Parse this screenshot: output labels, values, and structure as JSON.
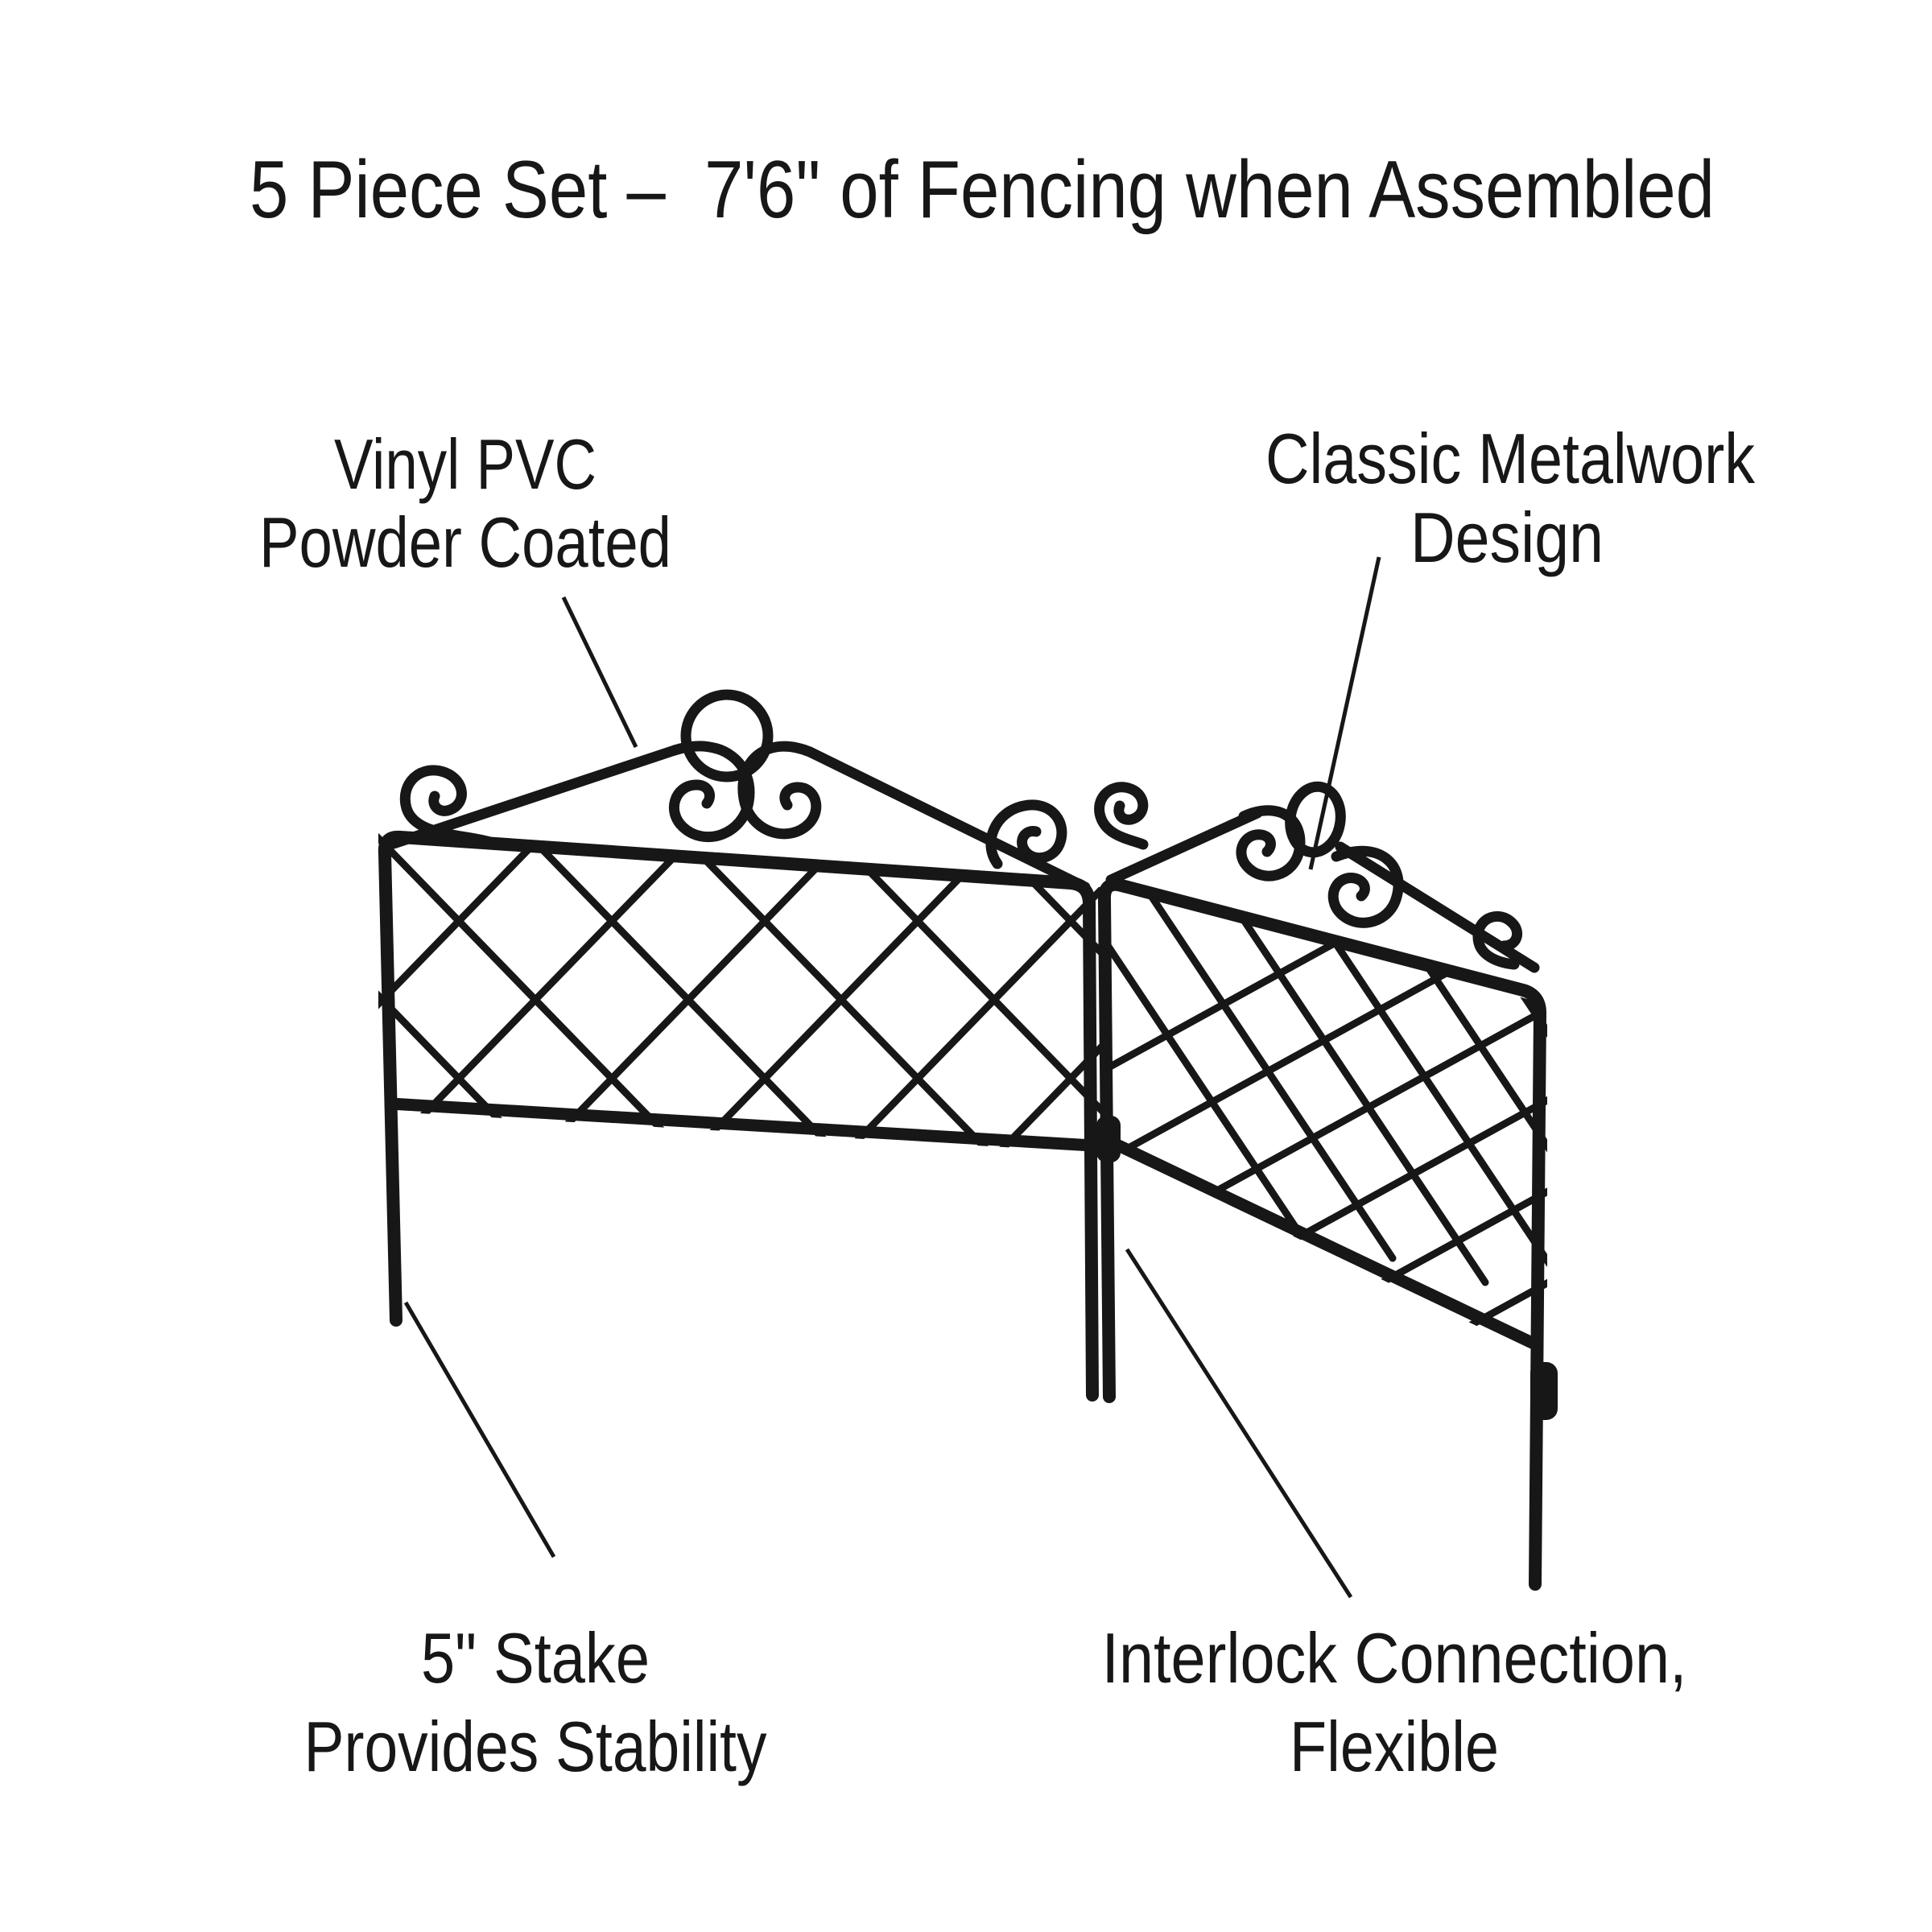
{
  "title": "5 Piece Set –  7'6\" of Fencing when Assembled",
  "callouts": {
    "material": {
      "line1": "Vinyl PVC",
      "line2": "Powder Coated"
    },
    "design": {
      "line1": "Classic Metalwork",
      "line2": "Design"
    },
    "stake": {
      "line1": "5\" Stake",
      "line2": "Provides Stability"
    },
    "interlock": {
      "line1": "Interlock Connection,",
      "line2": "Flexible"
    }
  },
  "colors": {
    "ink": "#171717",
    "background": "#ffffff"
  }
}
